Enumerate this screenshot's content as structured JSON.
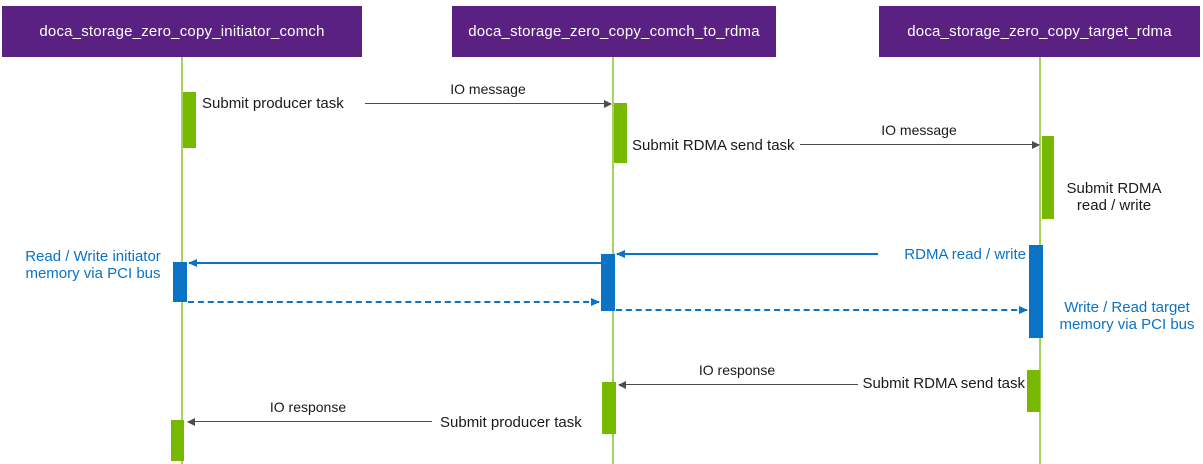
{
  "actors": [
    {
      "label": "doca_storage_zero_copy_initiator_comch"
    },
    {
      "label": "doca_storage_zero_copy_comch_to_rdma"
    },
    {
      "label": "doca_storage_zero_copy_target_rdma"
    }
  ],
  "labels": {
    "submit_producer_task_1": "Submit producer task",
    "io_message_1": "IO message",
    "submit_rdma_send_task_1": "Submit RDMA send task",
    "io_message_2": "IO message",
    "submit_rdma_read_write": "Submit RDMA\nread / write",
    "read_write_initiator": "Read / Write initiator\nmemory via PCI bus",
    "rdma_read_write": "RDMA read / write",
    "write_read_target": "Write / Read target\nmemory via PCI bus",
    "io_response_1": "IO response",
    "submit_rdma_send_task_2": "Submit RDMA send task",
    "io_response_2": "IO response",
    "submit_producer_task_2": "Submit producer task"
  },
  "colors": {
    "header_purple": "#5B2182",
    "activation_green": "#76B900",
    "lifeline_green": "#A6D262",
    "pci_blue": "#0A73C6",
    "arrow_gray": "#4D4D4D",
    "text_dark": "#1A1A1A"
  }
}
